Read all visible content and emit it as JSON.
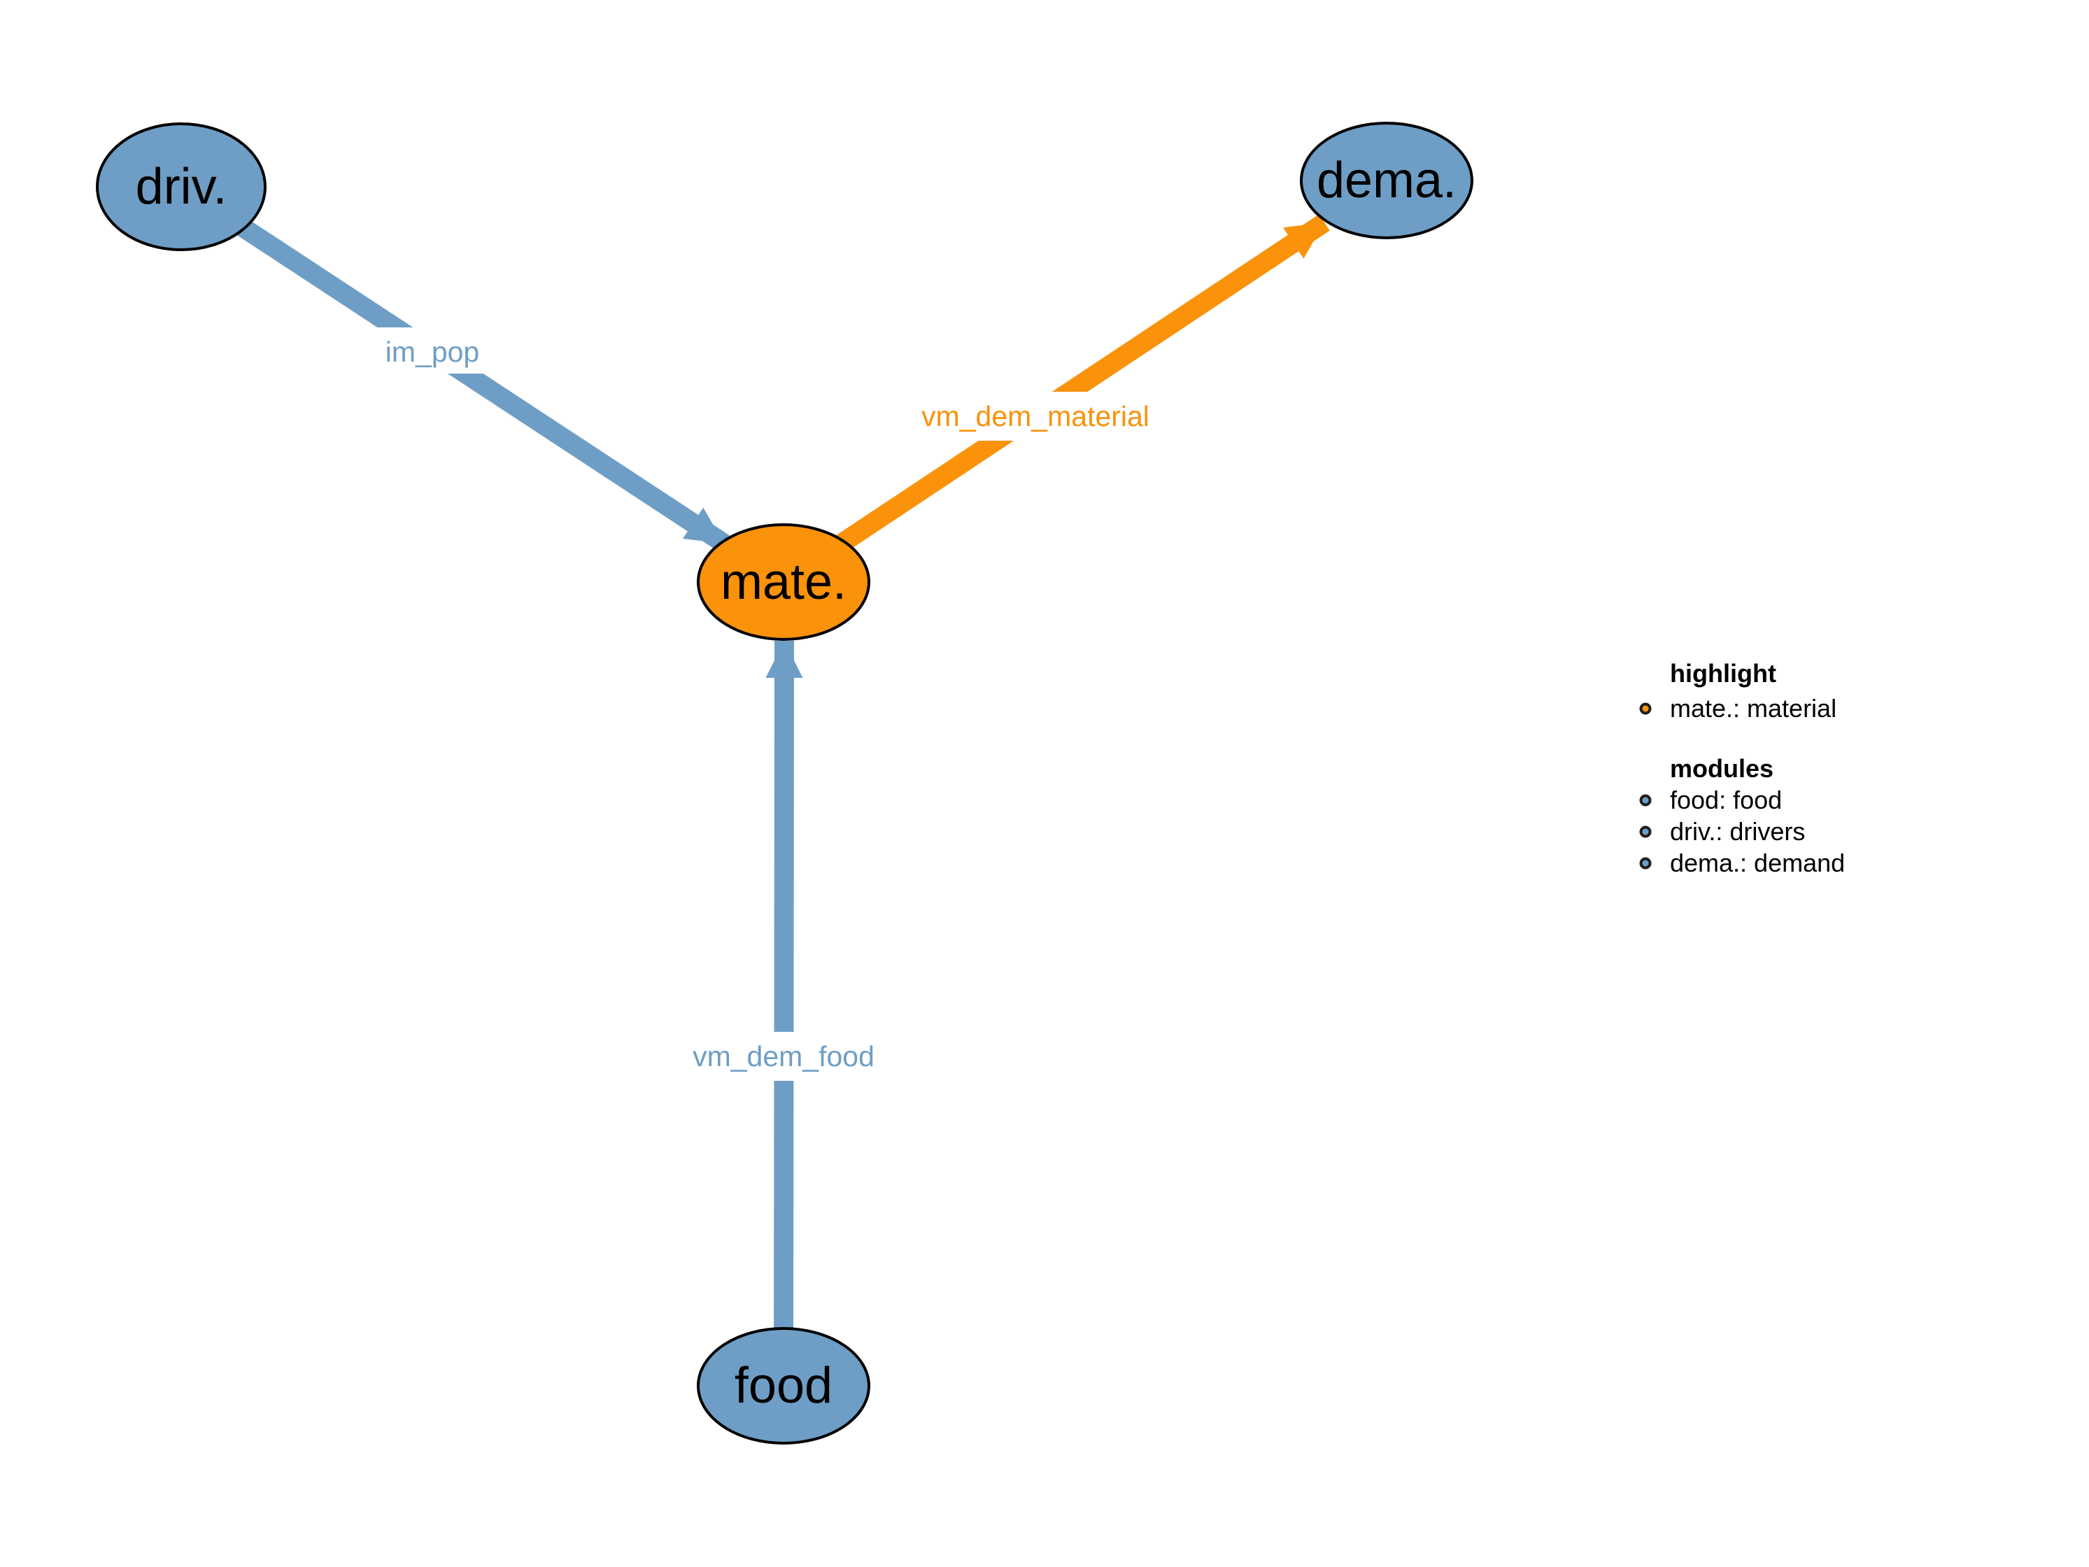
{
  "graph": {
    "nodes": [
      {
        "id": "driv",
        "label": "driv.",
        "color": "#6E9EC5"
      },
      {
        "id": "dema",
        "label": "dema.",
        "color": "#6E9EC5"
      },
      {
        "id": "mate",
        "label": "mate.",
        "color": "#FA920A"
      },
      {
        "id": "food",
        "label": "food",
        "color": "#6E9EC5"
      }
    ],
    "edges": [
      {
        "id": "im_pop",
        "label": "im_pop",
        "from": "driv",
        "to": "mate",
        "color": "#6E9EC5"
      },
      {
        "id": "vm_dem_material",
        "label": "vm_dem_material",
        "from": "mate",
        "to": "dema",
        "color": "#FA920A"
      },
      {
        "id": "vm_dem_food",
        "label": "vm_dem_food",
        "from": "food",
        "to": "mate",
        "color": "#6E9EC5"
      }
    ]
  },
  "legend": {
    "highlight": {
      "title": "highlight",
      "items": [
        {
          "label": "mate.: material",
          "color": "#FA920A"
        }
      ]
    },
    "modules": {
      "title": "modules",
      "items": [
        {
          "label": "food: food",
          "color": "#6E9EC5"
        },
        {
          "label": "driv.: drivers",
          "color": "#6E9EC5"
        },
        {
          "label": "dema.: demand",
          "color": "#6E9EC5"
        }
      ]
    }
  },
  "colors": {
    "module_blue": "#6E9EC5",
    "highlight_orange": "#FA920A",
    "node_border": "#000000",
    "legend_dot_border": "#1f1f1f",
    "background": "#ffffff"
  }
}
